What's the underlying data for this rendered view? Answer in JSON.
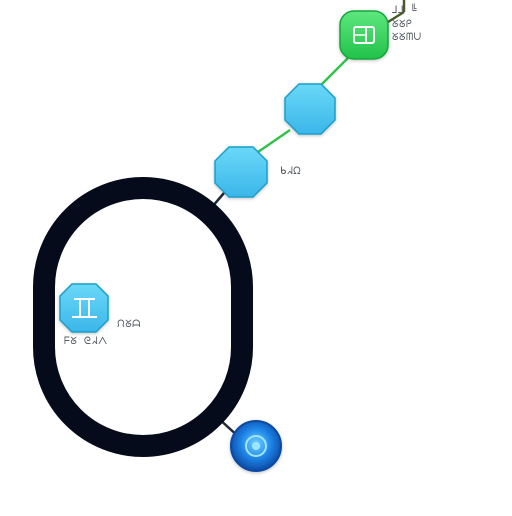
{
  "colors": {
    "background": "#ffffff",
    "ring": "#060b1c",
    "connector_green": "#32c24a",
    "connector_dark": "#1f2937",
    "node_cyan": "#48c6ef",
    "node_cyan_border": "#1a9fc7",
    "node_green": "#2fd15a",
    "node_green_border": "#18a53c",
    "node_blue": "#1d6fd6",
    "node_blue_border": "#0b4aa3",
    "label_text": "#555a63"
  },
  "icons": {
    "top_node": "panel-icon",
    "left_node": "table-icon",
    "bottom_node": "radio-icon"
  },
  "labels": {
    "top_line_1": "⅃⅃ ╚",
    "top_line_2": "ᘜᘜᑭ",
    "top_line_3": "ᘜᘜᗰᑌ",
    "mid_node": "ᑲᖽᘯ",
    "left_line_1": "ᙁᘜᗩ",
    "left_line_2": "ᖴᘜ ᘓᖽᐱ"
  }
}
